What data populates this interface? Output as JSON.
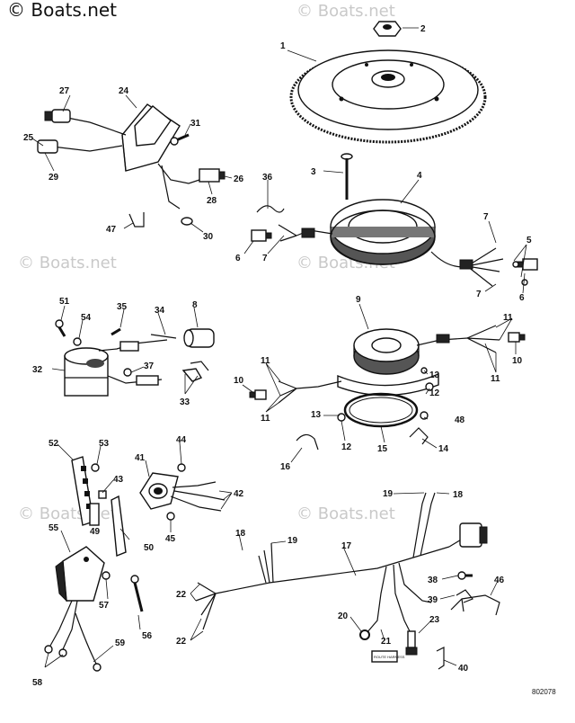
{
  "brand": "© Boats.net",
  "watermark": "© Boats.net",
  "diagram_code": "802078",
  "harness_tag": "ROUTE HARNESS",
  "callouts": {
    "p1": "1",
    "p2": "2",
    "p3": "3",
    "p4": "4",
    "p5": "5",
    "p6a": "6",
    "p6b": "6",
    "p7a": "7",
    "p7b": "7",
    "p7c": "7",
    "p8": "8",
    "p9": "9",
    "p10a": "10",
    "p10b": "10",
    "p11a": "11",
    "p11b": "11",
    "p11c": "11",
    "p11d": "11",
    "p12a": "12",
    "p12b": "12",
    "p13a": "13",
    "p13b": "13",
    "p14": "14",
    "p15": "15",
    "p16": "16",
    "p17": "17",
    "p18a": "18",
    "p18b": "18",
    "p19a": "19",
    "p19b": "19",
    "p20": "20",
    "p21": "21",
    "p22a": "22",
    "p22b": "22",
    "p23": "23",
    "p24": "24",
    "p25": "25",
    "p26": "26",
    "p27": "27",
    "p28": "28",
    "p29": "29",
    "p30": "30",
    "p31": "31",
    "p32": "32",
    "p33": "33",
    "p34": "34",
    "p35": "35",
    "p36": "36",
    "p37": "37",
    "p38": "38",
    "p39": "39",
    "p40": "40",
    "p41": "41",
    "p42": "42",
    "p43": "43",
    "p44": "44",
    "p45": "45",
    "p46": "46",
    "p47": "47",
    "p48": "48",
    "p49": "49",
    "p50": "50",
    "p51": "51",
    "p52": "52",
    "p53": "53",
    "p54": "54",
    "p55": "55",
    "p56": "56",
    "p57": "57",
    "p58": "58",
    "p59": "59"
  }
}
